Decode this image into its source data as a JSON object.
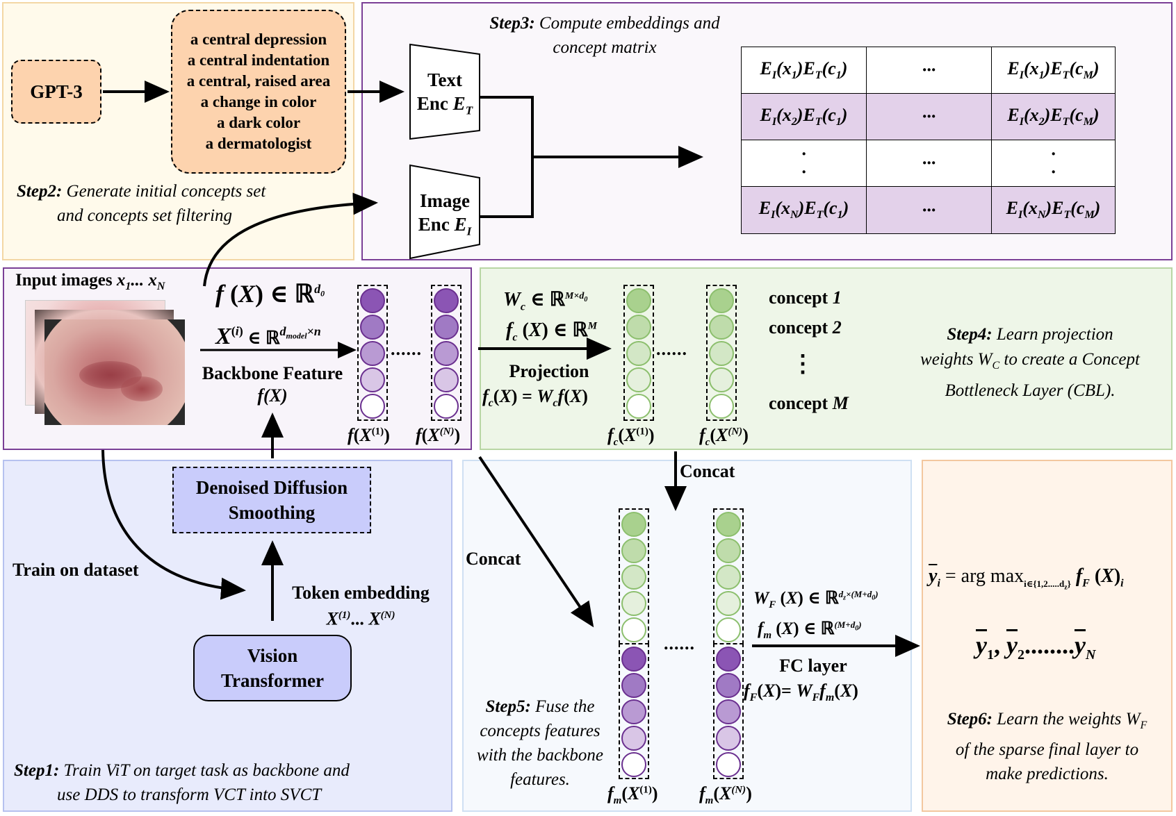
{
  "colors": {
    "panel_step2_bg": "#fffaeb",
    "panel_step2_border": "#f3d7a5",
    "panel_step3_bg": "#faf7fb",
    "panel_step3_border": "#7a3f96",
    "panel_input_bg": "#f8f4fa",
    "panel_input_border": "#7a3f96",
    "panel_step4_bg": "#eef6e8",
    "panel_step4_border": "#b8d6a4",
    "panel_step1_bg": "#e8ebfc",
    "panel_step1_border": "#b6c1ef",
    "panel_step5_bg": "#f6f9fd",
    "panel_step5_border": "#cfe0f3",
    "panel_step6_bg": "#fff4ea",
    "panel_step6_border": "#f3c79f",
    "orange_box": "#fdd3ae",
    "blue_box": "#c9ccfb",
    "purple_row": "#e3d1ea",
    "purple_circles": [
      "#8b55b4",
      "#a07ac4",
      "#b99ad3",
      "#d9c6e6",
      "#ffffff"
    ],
    "green_circles": [
      "#a9d18e",
      "#bfdcab",
      "#d3e7c6",
      "#e5f0dd",
      "#ffffff"
    ]
  },
  "gpt3": {
    "label": "GPT-3"
  },
  "concepts_box": {
    "items": [
      "a central depression",
      "a central indentation",
      "a central, raised area",
      "a change in color",
      "a dark color",
      "a dermatologist"
    ]
  },
  "step2": {
    "title": "Step2:",
    "text1": "Generate initial concepts set",
    "text2": "and concepts  set filtering"
  },
  "step3": {
    "title": "Step3:",
    "text1": "Compute embeddings and",
    "text2": "concept matrix"
  },
  "text_encoder": {
    "line1": "Text",
    "line2": "Enc "
  },
  "image_encoder": {
    "line1": "Image",
    "line2": "Enc "
  },
  "matrix": {
    "rows": [
      {
        "left": "EI(x1)ET(c1)",
        "mid": "···",
        "right": "EI(x1)ET(cM)"
      },
      {
        "left": "EI(x2)ET(c1)",
        "mid": "···",
        "right": "EI(x2)ET(cM)"
      },
      {
        "left": "·",
        "mid": "···",
        "right": "·"
      },
      {
        "left": "EI(xN)ET(c1)",
        "mid": "···",
        "right": "EI(xN)ET(cM)"
      }
    ]
  },
  "input": {
    "label": "Input images ",
    "backbone_label": "Backbone Feature",
    "fx": "f(X)"
  },
  "projection": {
    "label": "Projection"
  },
  "concepts": {
    "c1": "concept ",
    "c2": "concept ",
    "cm": "concept ",
    "n1": "1",
    "n2": "2",
    "nm": "M",
    "vdots": "⋮"
  },
  "step4": {
    "title": "Step4:",
    "text1": "Learn projection",
    "text2": "weights W",
    "text2b": " to create a Concept",
    "text3": "Bottleneck Layer (CBL)."
  },
  "dds": {
    "line1": "Denoised Diffusion",
    "line2": "Smoothing"
  },
  "vit": {
    "line1": "Vision",
    "line2": "Transformer"
  },
  "token": {
    "label": "Token embedding"
  },
  "train_label": "Train on dataset",
  "concat_top": "Concat",
  "concat_left": "Concat",
  "fc_layer": "FC layer",
  "step5": {
    "title": "Step5:",
    "text1": "Fuse the",
    "text2": "concepts features",
    "text3": "with the backbone",
    "text4": "features."
  },
  "step1": {
    "title": "Step1:",
    "text1": "Train ViT on target task as backbone and",
    "text2": "use DDS to transform VCT into SVCT"
  },
  "step6": {
    "title": "Step6:",
    "text1": "Learn the weights W",
    "text2": "of the sparse final layer to",
    "text3": "make predictions."
  },
  "dots": "......"
}
